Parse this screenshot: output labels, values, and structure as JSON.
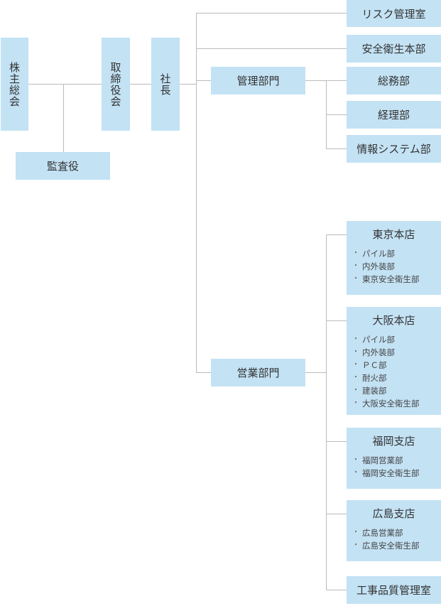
{
  "top": {
    "shareholders": "株主総会",
    "auditor": "監査役",
    "board": "取締役会",
    "president": "社長"
  },
  "direct": {
    "risk": "リスク管理室",
    "safety": "安全衛生本部"
  },
  "admin": {
    "label": "管理部門",
    "children": [
      "総務部",
      "経理部",
      "情報システム部"
    ]
  },
  "sales": {
    "label": "営業部門",
    "branches": [
      {
        "title": "東京本店",
        "items": [
          "パイル部",
          "内外装部",
          "東京安全衛生部"
        ]
      },
      {
        "title": "大阪本店",
        "items": [
          "パイル部",
          "内外装部",
          "ＰＣ部",
          "耐火部",
          "建装部",
          "大阪安全衛生部"
        ]
      },
      {
        "title": "福岡支店",
        "items": [
          "福岡営業部",
          "福岡安全衛生部"
        ]
      },
      {
        "title": "広島支店",
        "items": [
          "広島営業部",
          "広島安全衛生部"
        ]
      }
    ],
    "qc": "工事品質管理室"
  }
}
